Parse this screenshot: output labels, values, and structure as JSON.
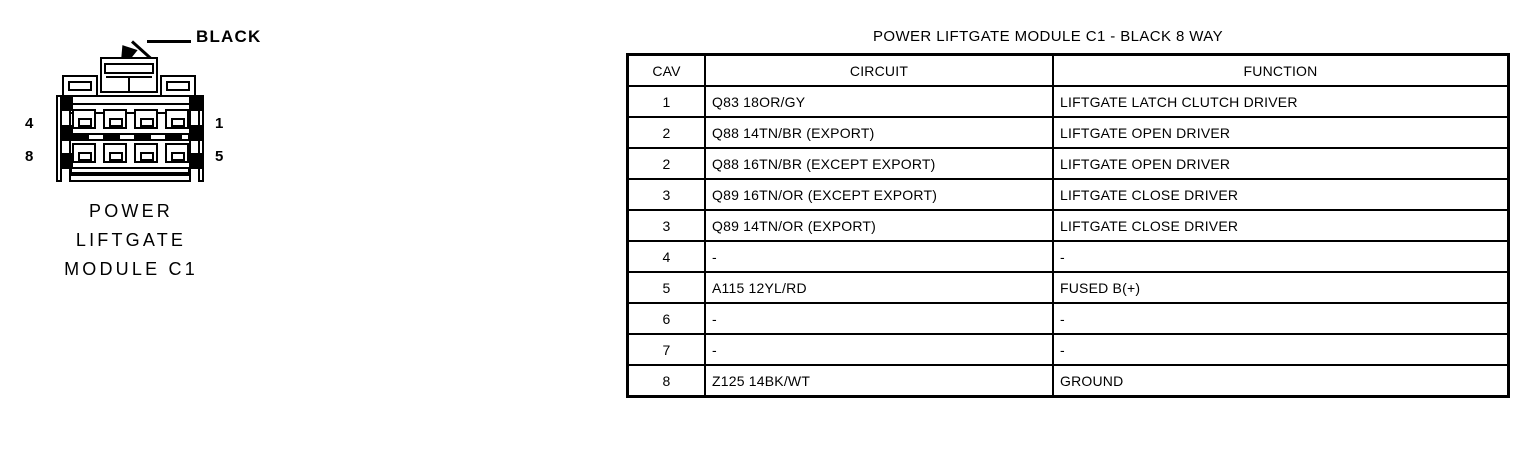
{
  "connector": {
    "callout_label": "BLACK",
    "caption_lines": [
      "POWER",
      "LIFTGATE",
      "MODULE C1"
    ],
    "pin_numbers": {
      "top_left": "4",
      "bottom_left": "8",
      "top_right": "1",
      "bottom_right": "5"
    },
    "cavity_count": 8,
    "rows": 2,
    "columns_per_row": 4
  },
  "table": {
    "title": "POWER LIFTGATE MODULE C1 - BLACK 8 WAY",
    "headers": [
      "CAV",
      "CIRCUIT",
      "FUNCTION"
    ],
    "rows": [
      {
        "cav": "1",
        "circuit": "Q83 18OR/GY",
        "function": "LIFTGATE LATCH CLUTCH DRIVER"
      },
      {
        "cav": "2",
        "circuit": "Q88 14TN/BR (EXPORT)",
        "function": "LIFTGATE OPEN DRIVER"
      },
      {
        "cav": "2",
        "circuit": "Q88 16TN/BR (EXCEPT EXPORT)",
        "function": "LIFTGATE OPEN DRIVER"
      },
      {
        "cav": "3",
        "circuit": "Q89 16TN/OR (EXCEPT EXPORT)",
        "function": "LIFTGATE CLOSE DRIVER"
      },
      {
        "cav": "3",
        "circuit": "Q89 14TN/OR (EXPORT)",
        "function": "LIFTGATE CLOSE DRIVER"
      },
      {
        "cav": "4",
        "circuit": "-",
        "function": "-"
      },
      {
        "cav": "5",
        "circuit": "A115 12YL/RD",
        "function": "FUSED B(+)"
      },
      {
        "cav": "6",
        "circuit": "-",
        "function": "-"
      },
      {
        "cav": "7",
        "circuit": "-",
        "function": "-"
      },
      {
        "cav": "8",
        "circuit": "Z125 14BK/WT",
        "function": "GROUND"
      }
    ]
  },
  "colors": {
    "ink": "#000000",
    "background": "#ffffff"
  }
}
